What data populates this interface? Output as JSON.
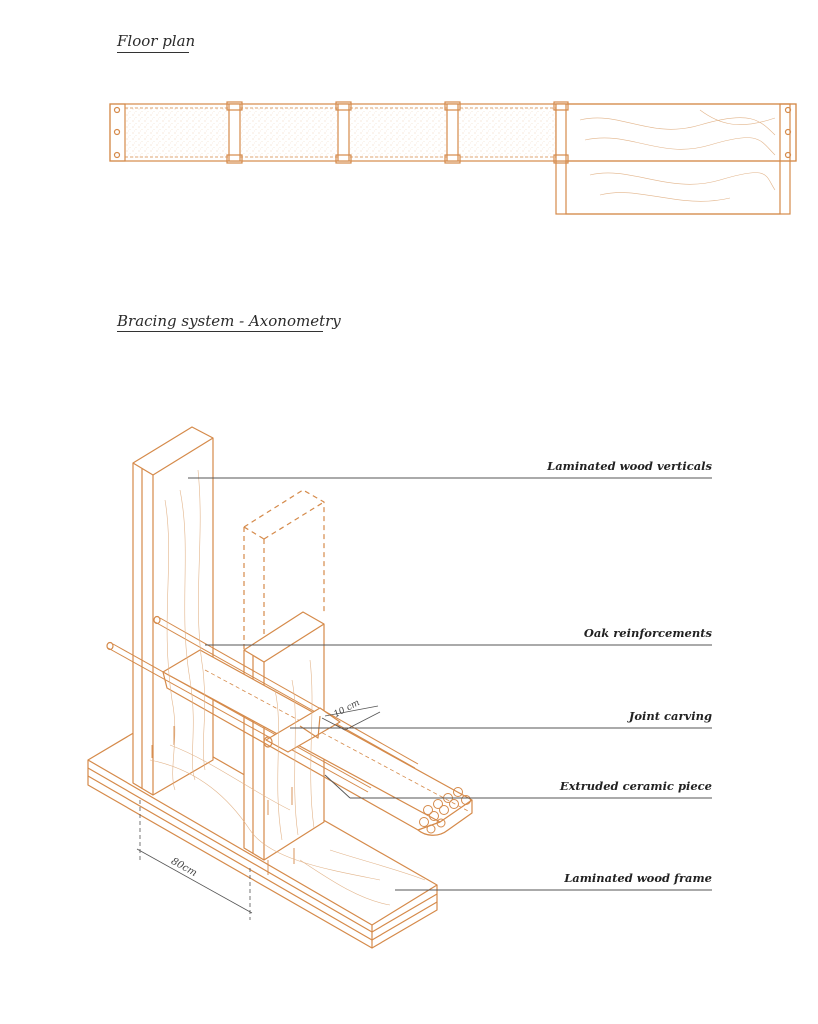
{
  "floor_plan": {
    "title": "Floor plan"
  },
  "axonometry": {
    "title": "Bracing system - Axonometry",
    "callouts": [
      "Laminated wood verticals",
      "Oak reinforcements",
      "Joint carving",
      "Extruded ceramic piece",
      "Laminated wood frame"
    ],
    "dim_80": "80cm",
    "dim_10": "10 cm"
  },
  "colors": {
    "accent": "#d58a4a",
    "text": "#222222",
    "ink": "#555555"
  }
}
